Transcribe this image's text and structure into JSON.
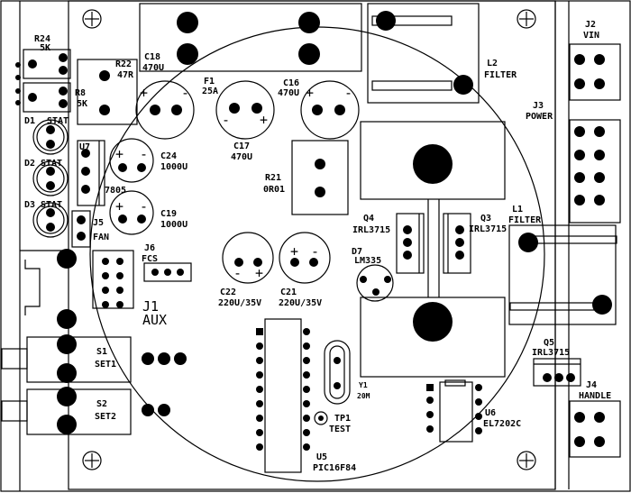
{
  "labels": {
    "r24_ref": "R24",
    "r24_val": "5K",
    "r22_ref": "R22",
    "r22_val": "47R",
    "r8_ref": "R8",
    "r8_val": "5K",
    "d1": "D1",
    "d1_stat": "STAT",
    "d2": "D2",
    "d2_stat": "STAT",
    "d3": "D3",
    "d3_stat": "STAT",
    "u7": "U7",
    "u7_val": "7805",
    "j5": "J5",
    "j5_val": "FAN",
    "j6": "J6",
    "j6_val": "FCS",
    "j1": "J1",
    "j1_val": "AUX",
    "s1": "S1",
    "s1_val": "SET1",
    "s2": "S2",
    "s2_val": "SET2",
    "c18_ref": "C18",
    "c18_val": "470U",
    "c16_ref": "C16",
    "c16_val": "470U",
    "c17_ref": "C17",
    "c17_val": "470U",
    "c24_ref": "C24",
    "c24_val": "1000U",
    "c19_ref": "C19",
    "c19_val": "1000U",
    "c22_ref": "C22",
    "c22_val": "220U/35V",
    "c21_ref": "C21",
    "c21_val": "220U/35V",
    "f1_ref": "F1",
    "f1_val": "25A",
    "r21_ref": "R21",
    "r21_val": "0R01",
    "l2_ref": "L2",
    "l2_val": "FILTER",
    "l1_ref": "L1",
    "l1_val": "FILTER",
    "j2_ref": "J2",
    "j2_val": "VIN",
    "j3_ref": "J3",
    "j3_val": "POWER",
    "j4_ref": "J4",
    "j4_val": "HANDLE",
    "q4_ref": "Q4",
    "q4_val": "IRL3715",
    "q3_ref": "Q3",
    "q3_val": "IRL3715",
    "q5_ref": "Q5",
    "q5_val": "IRL3715",
    "d7_ref": "D7",
    "d7_val": "LM335",
    "y1_ref": "Y1",
    "y1_val": "20M",
    "tp1_ref": "TP1",
    "tp1_val": "TEST",
    "u5_ref": "U5",
    "u5_val": "PIC16F84",
    "u6_ref": "U6",
    "u6_val": "EL7202C",
    "plus": "+",
    "minus": "-"
  }
}
